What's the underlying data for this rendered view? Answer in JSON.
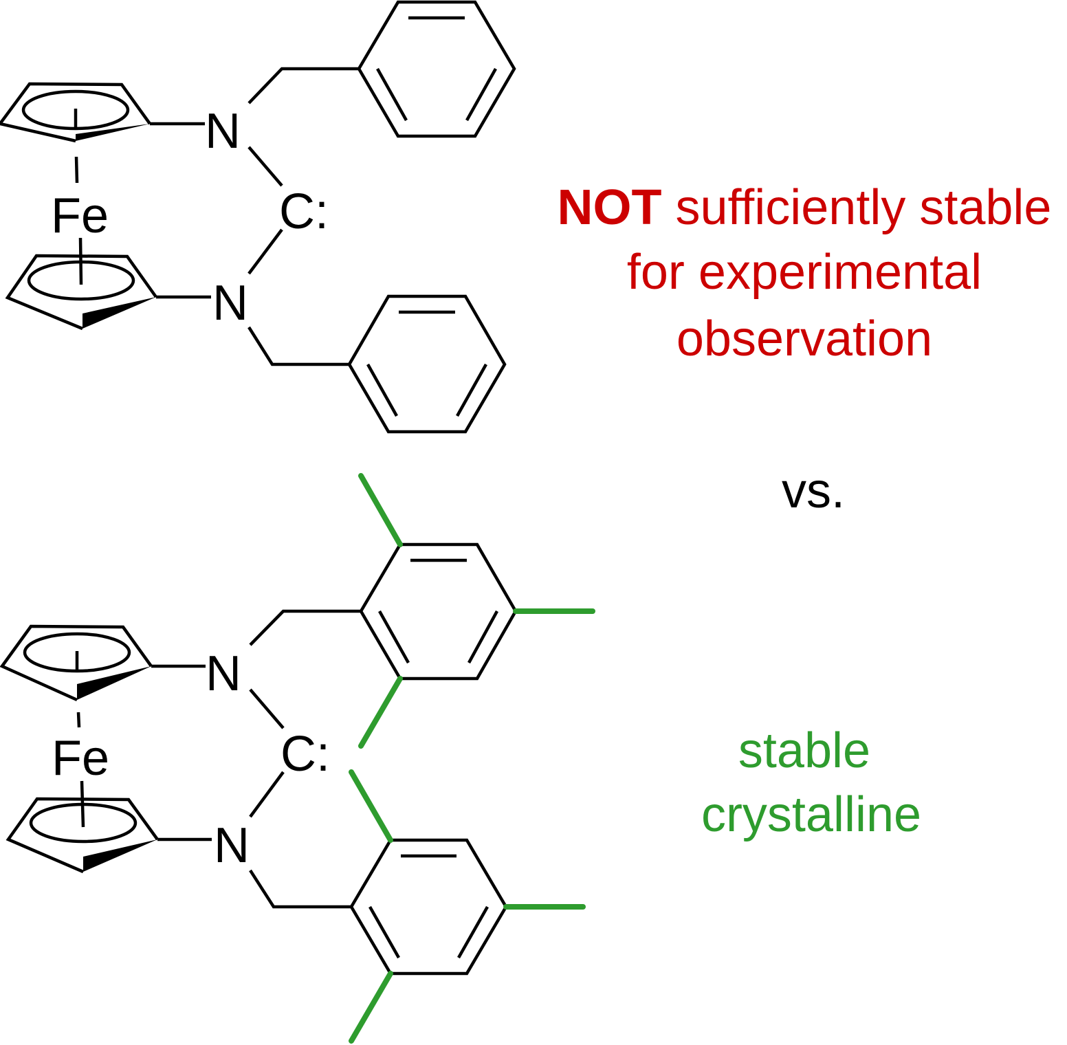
{
  "colors": {
    "bond": "#000000",
    "warning": "#cc0000",
    "stable": "#2e9c2e"
  },
  "top_molecule": {
    "atoms": {
      "fe": "Fe",
      "n_top": "N",
      "n_bottom": "N",
      "carbene": "C:"
    }
  },
  "bottom_molecule": {
    "atoms": {
      "fe": "Fe",
      "n_top": "N",
      "n_bottom": "N",
      "carbene": "C:"
    }
  },
  "captions": {
    "unstable_emphasis": "NOT",
    "unstable_line1": " sufficiently stable",
    "unstable_line2": "for experimental",
    "unstable_line3": "observation",
    "versus": "vs.",
    "stable_line1": "stable",
    "stable_line2": "crystalline"
  }
}
